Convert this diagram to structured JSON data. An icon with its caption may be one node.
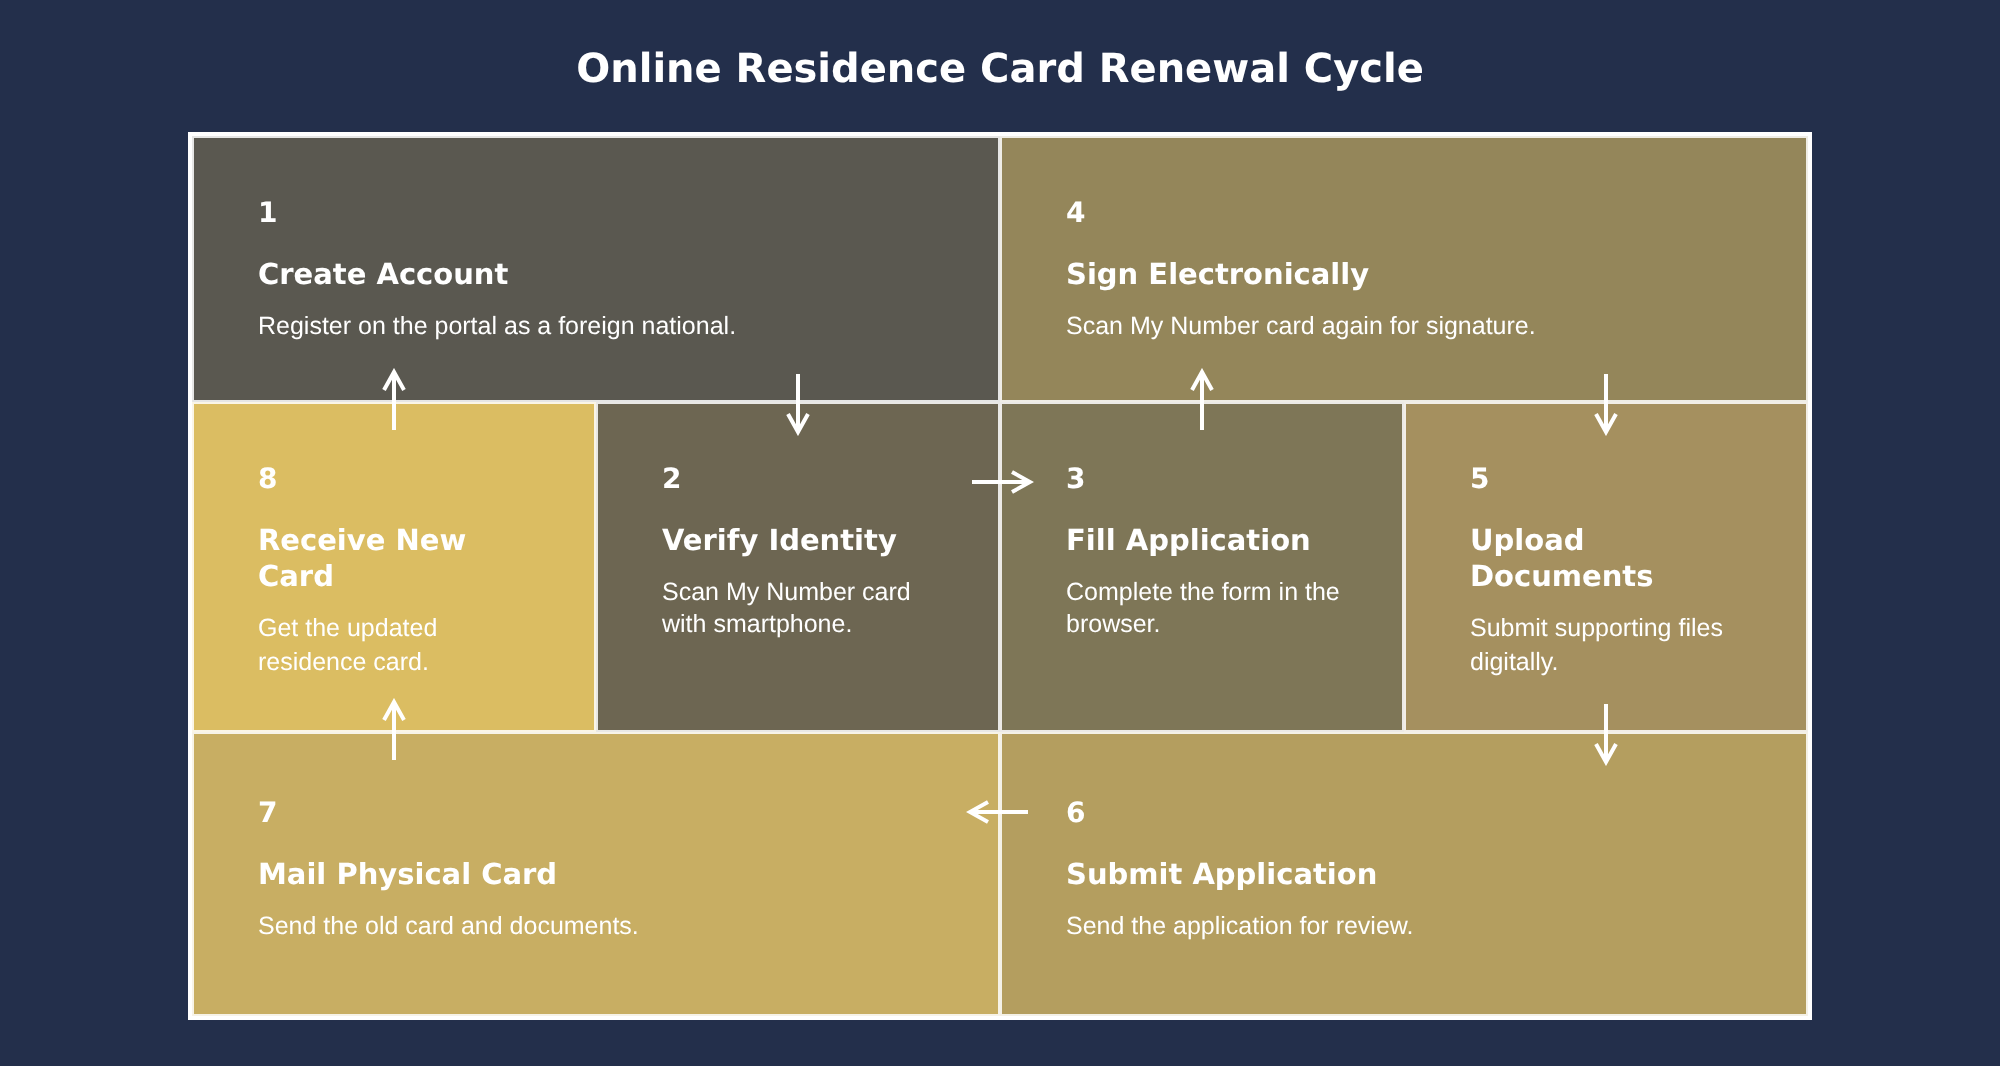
{
  "diagram": {
    "title": "Online Residence Card Renewal Cycle",
    "nodes": [
      {
        "text": [
          "1",
          "Create Account",
          "Register on the portal as a foreign national."
        ]
      },
      {
        "text": [
          "4",
          "Sign Electronically",
          "Scan My Number card again for signature."
        ]
      },
      {
        "text": [
          "8",
          "Receive New Card",
          "Get the updated residence card."
        ]
      },
      {
        "text": [
          "2",
          "Verify Identity",
          "Scan My Number card with smartphone."
        ]
      },
      {
        "text": [
          "3",
          "Fill Application",
          "Complete the form in the browser."
        ]
      },
      {
        "text": [
          "5",
          "Upload Documents",
          "Submit supporting files digitally."
        ]
      },
      {
        "text": [
          "7",
          "Mail Physical Card",
          "Send the old card and documents."
        ]
      },
      {
        "text": [
          "6",
          "Submit Application",
          "Send the application for review."
        ]
      }
    ],
    "edges": [
      {
        "from": 0,
        "to": 3,
        "arrow": "to"
      },
      {
        "from": 3,
        "to": 4,
        "arrow": "to"
      },
      {
        "from": 4,
        "to": 1,
        "arrow": "to"
      },
      {
        "from": 1,
        "to": 5,
        "arrow": "to"
      },
      {
        "from": 5,
        "to": 7,
        "arrow": "to"
      },
      {
        "from": 7,
        "to": 6,
        "arrow": "to"
      },
      {
        "from": 6,
        "to": 2,
        "arrow": "to"
      },
      {
        "from": 2,
        "to": 0,
        "arrow": "to"
      }
    ]
  }
}
